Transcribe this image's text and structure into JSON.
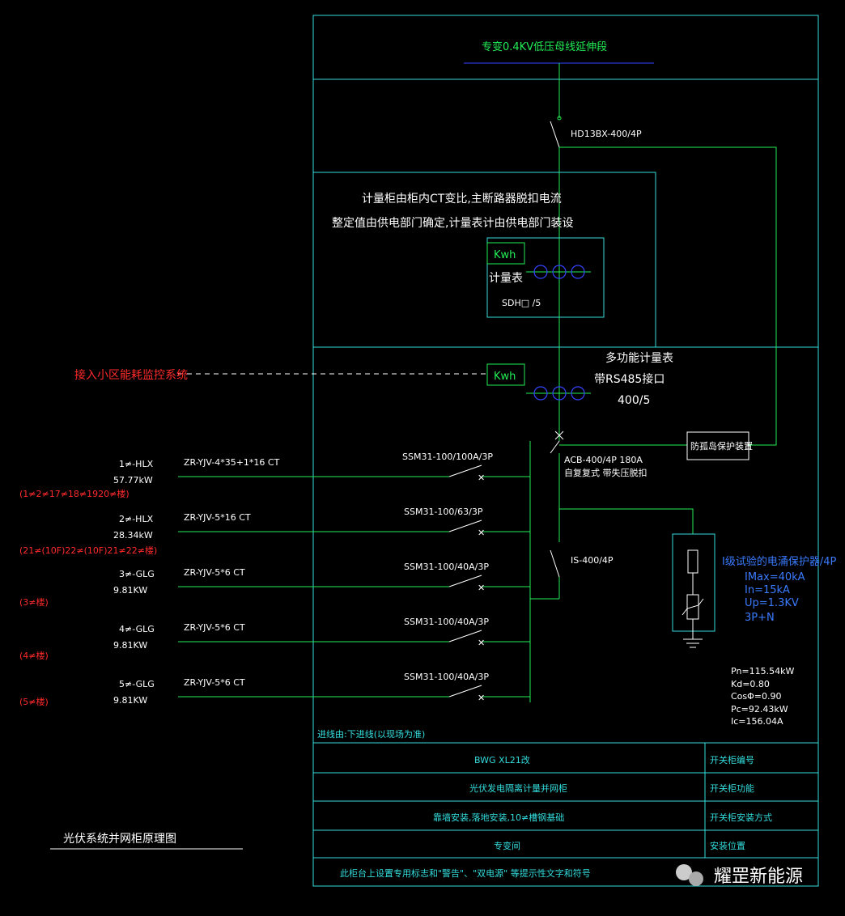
{
  "title": {
    "bus_label": "专变0.4KV低压母线延伸段",
    "drawing_title": "光伏系统并网柜原理图",
    "watermark": "耀罡新能源"
  },
  "main_switch": {
    "label": "HD13BX-400/4P"
  },
  "meter_box": {
    "note_line1": "计量柜由柜内CT变比,主断路器脱扣电流",
    "note_line2": "整定值由供电部门确定,计量表计由供电部门装设",
    "kwh": "Kwh",
    "meter_label": "计量表",
    "ct_label": "SDH□ /5"
  },
  "multifunction_meter": {
    "kwh": "Kwh",
    "label1": "多功能计量表",
    "label2": "带RS485接口",
    "ratio": "400/5",
    "monitoring": "接入小区能耗监控系统"
  },
  "acb": {
    "label": "ACB-400/4P 180A",
    "sub": "自复复式  带失压脱扣"
  },
  "protection_device": {
    "label": "防孤岛保护装置"
  },
  "isolator": {
    "label": "IS-400/4P"
  },
  "spd": {
    "title": "Ⅰ级试验的电涌保护器/4P",
    "lines": [
      "IMax=40kA",
      "In=15kA",
      "Up=1.3KV",
      "3P+N"
    ]
  },
  "circuits": [
    {
      "id": "1≠-HLX",
      "power": "57.77kW",
      "cable": "ZR-YJV-4*35+1*16  CT",
      "breaker": "SSM31-100/100A/3P",
      "note": "(1≠2≠17≠18≠1920≠楼)"
    },
    {
      "id": "2≠-HLX",
      "power": "28.34kW",
      "cable": "ZR-YJV-5*16   CT",
      "breaker": "SSM31-100/63/3P",
      "note": "(21≠(10F)22≠(10F)21≠22≠楼)"
    },
    {
      "id": "3≠-GLG",
      "power": "9.81KW",
      "cable": "ZR-YJV-5*6   CT",
      "breaker": "SSM31-100/40A/3P",
      "note": "(3≠楼)"
    },
    {
      "id": "4≠-GLG",
      "power": "9.81KW",
      "cable": "ZR-YJV-5*6   CT",
      "breaker": "SSM31-100/40A/3P",
      "note": "(4≠楼)"
    },
    {
      "id": "5≠-GLG",
      "power": "9.81KW",
      "cable": "ZR-YJV-5*6   CT",
      "breaker": "SSM31-100/40A/3P",
      "note": "(5≠楼)"
    }
  ],
  "load_calc": [
    "Pn=115.54kW",
    "Kd=0.80",
    "CosΦ=0.90",
    "Pc=92.43kW",
    "Ic=156.04A"
  ],
  "wiring_note": "进线由:下进线(以现场为准)",
  "table": {
    "rows": [
      {
        "value": "BWG          XL21改",
        "label": "开关柜编号"
      },
      {
        "value": "光伏发电隔离计量并网柜",
        "label": "开关柜功能"
      },
      {
        "value": "靠墙安装,落地安装,10≠槽钢基础",
        "label": "开关柜安装方式"
      },
      {
        "value": "专变间",
        "label": "安装位置"
      },
      {
        "value": "此柜台上设置专用标志和\"警告\"、\"双电源\" 等提示性文字和符号",
        "label": ""
      }
    ]
  },
  "colors": {
    "frame": "#33dddd",
    "wire": "#22ee55",
    "contact": "#3344ff",
    "text": "#ffffff",
    "warn": "#ff2a2a"
  }
}
